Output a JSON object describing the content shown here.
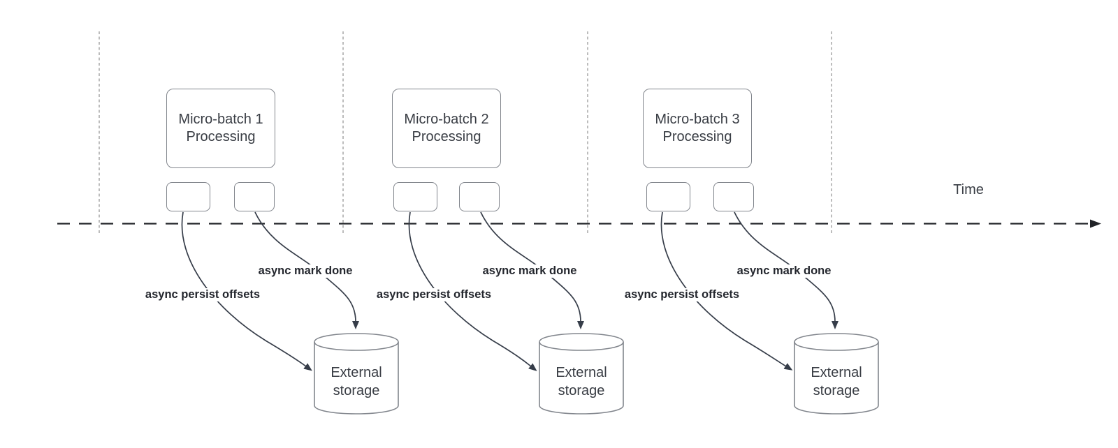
{
  "timeline": {
    "label": "Time"
  },
  "groups": [
    {
      "box_title_line1": "Micro-batch 1",
      "box_title_line2": "Processing",
      "persist_arrow_label": "async persist offsets",
      "mark_done_arrow_label": "async mark done",
      "storage_line1": "External",
      "storage_line2": "storage"
    },
    {
      "box_title_line1": "Micro-batch 2",
      "box_title_line2": "Processing",
      "persist_arrow_label": "async persist offsets",
      "mark_done_arrow_label": "async mark done",
      "storage_line1": "External",
      "storage_line2": "storage"
    },
    {
      "box_title_line1": "Micro-batch 3",
      "box_title_line2": "Processing",
      "persist_arrow_label": "async persist offsets",
      "mark_done_arrow_label": "async mark done",
      "storage_line1": "External",
      "storage_line2": "storage"
    }
  ],
  "colors": {
    "background": "#ffffff",
    "arrow": "#363d49",
    "timeline": "#212327",
    "gridline": "#b5b5b5",
    "box-border": "#81858c",
    "box-text": "#393d44",
    "label-text": "#23262d"
  }
}
